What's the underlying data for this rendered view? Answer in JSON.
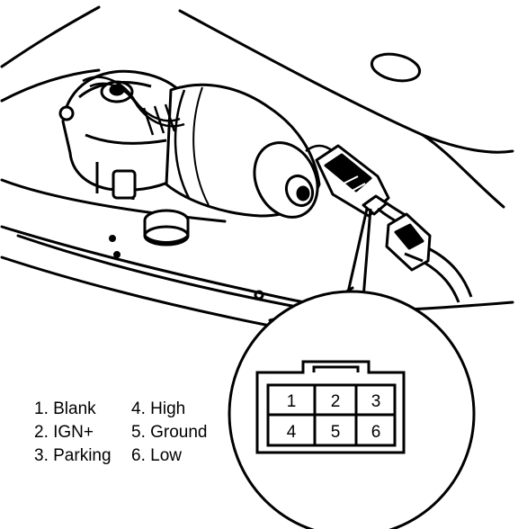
{
  "connector": {
    "pins": [
      "1",
      "2",
      "3",
      "4",
      "5",
      "6"
    ]
  },
  "legend": {
    "rows": [
      [
        "1. Blank",
        "4. High"
      ],
      [
        "2. IGN+",
        "5. Ground"
      ],
      [
        "3. Parking",
        "6. Low"
      ]
    ]
  }
}
